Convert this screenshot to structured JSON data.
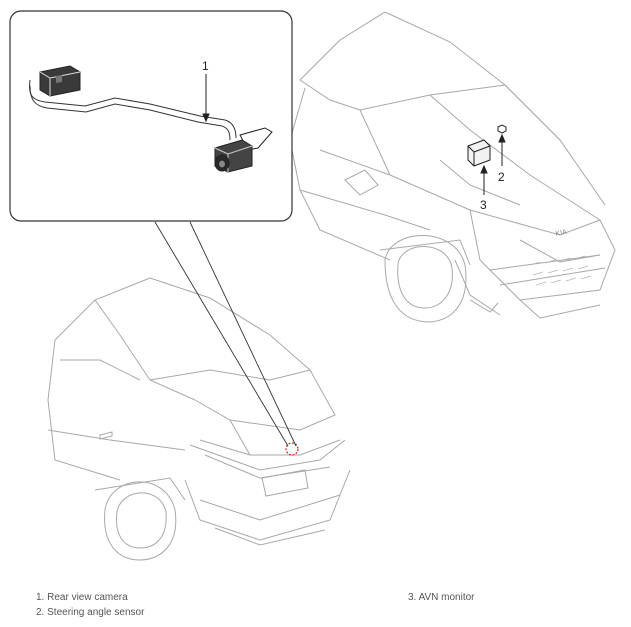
{
  "callouts": {
    "c1": "1",
    "c2": "2",
    "c3": "3"
  },
  "legend": {
    "item1": "1. Rear view camera",
    "item2": "2. Steering angle sensor",
    "item3": "3. AVN monitor"
  },
  "colors": {
    "line": "#9a9a9a",
    "frame": "#333333",
    "highlight": "#e02020"
  }
}
